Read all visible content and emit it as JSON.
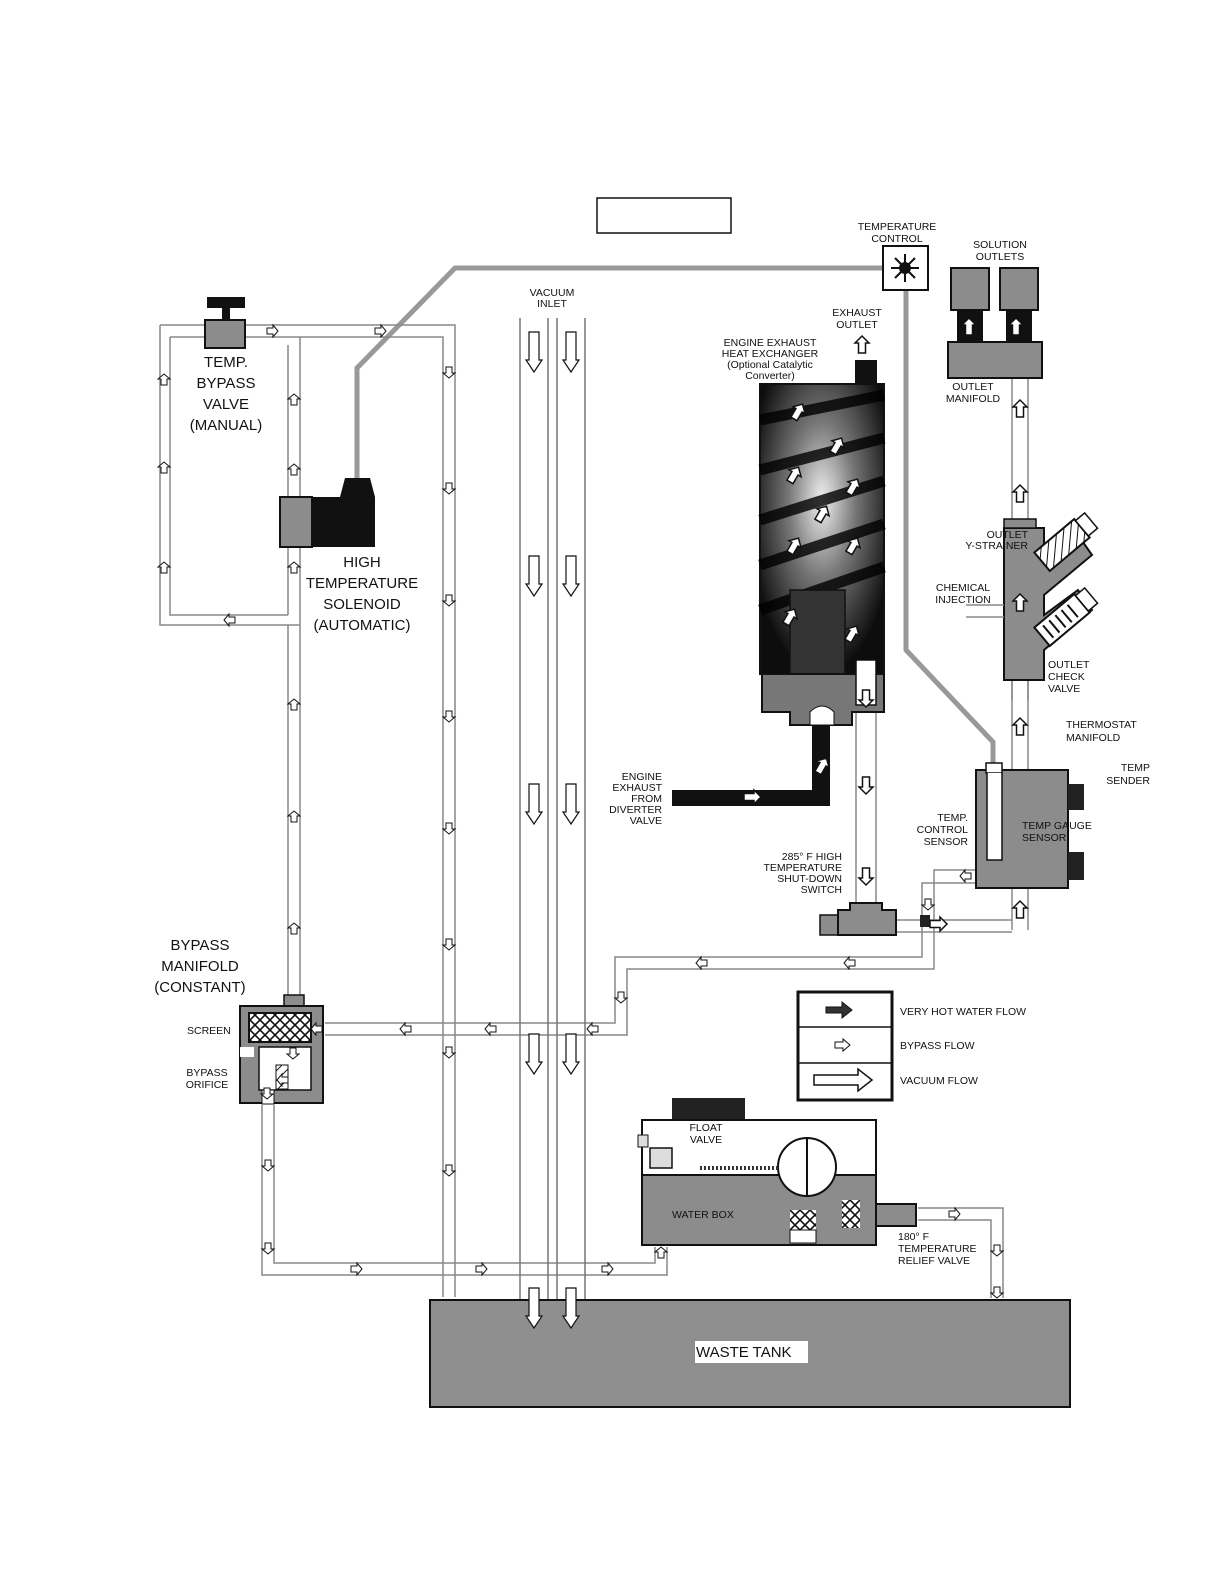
{
  "labels": {
    "temperature_control": [
      "TEMPERATURE",
      "CONTROL"
    ],
    "solution_outlets": [
      "SOLUTION",
      "OUTLETS"
    ],
    "vacuum_inlet": [
      "VACUUM",
      "INLET"
    ],
    "exhaust_outlet": [
      "EXHAUST",
      "OUTLET"
    ],
    "heat_exchanger": [
      "ENGINE EXHAUST",
      "HEAT EXCHANGER",
      "(Optional Catalytic",
      "Converter)"
    ],
    "outlet_manifold": [
      "OUTLET",
      "MANIFOLD"
    ],
    "temp_bypass_valve": [
      "TEMP.",
      "BYPASS",
      "VALVE",
      "(MANUAL)"
    ],
    "high_temp_solenoid": [
      "HIGH",
      "TEMPERATURE",
      "SOLENOID",
      "(AUTOMATIC)"
    ],
    "outlet_y_strainer": [
      "OUTLET",
      "Y-STRAINER"
    ],
    "chemical_injection": [
      "CHEMICAL",
      "INJECTION"
    ],
    "outlet_check_valve": [
      "OUTLET",
      "CHECK",
      "VALVE"
    ],
    "thermostat_manifold": [
      "THERMOSTAT",
      "MANIFOLD"
    ],
    "temp_sender": [
      "TEMP",
      "SENDER"
    ],
    "engine_exhaust": [
      "ENGINE",
      "EXHAUST",
      "FROM",
      "DIVERTER",
      "VALVE"
    ],
    "temp_control_sensor": [
      "TEMP.",
      "CONTROL",
      "SENSOR"
    ],
    "temp_gauge_sensor": [
      "TEMP GAUGE",
      "SENSOR"
    ],
    "shutdown_switch": [
      "285° F  HIGH",
      "TEMPERATURE",
      "SHUT-DOWN",
      "SWITCH"
    ],
    "bypass_manifold": [
      "BYPASS",
      "MANIFOLD",
      "(CONSTANT)"
    ],
    "screen": "SCREEN",
    "bypass_orifice": [
      "BYPASS",
      "ORIFICE"
    ],
    "float_valve": [
      "FLOAT",
      "VALVE"
    ],
    "water_box": "WATER BOX",
    "relief_valve": [
      "180° F",
      "TEMPERATURE",
      "RELIEF VALVE"
    ],
    "waste_tank": "WASTE TANK"
  },
  "legend": [
    {
      "key": "very_hot",
      "label": "VERY HOT WATER FLOW"
    },
    {
      "key": "bypass",
      "label": "BYPASS FLOW"
    },
    {
      "key": "vacuum",
      "label": "VACUUM FLOW"
    }
  ],
  "colors": {
    "line": "#111111",
    "tube": "#9a9a9a",
    "component": "#8c8c8c",
    "dark": "#141414",
    "tank": "#8f8f8f"
  }
}
